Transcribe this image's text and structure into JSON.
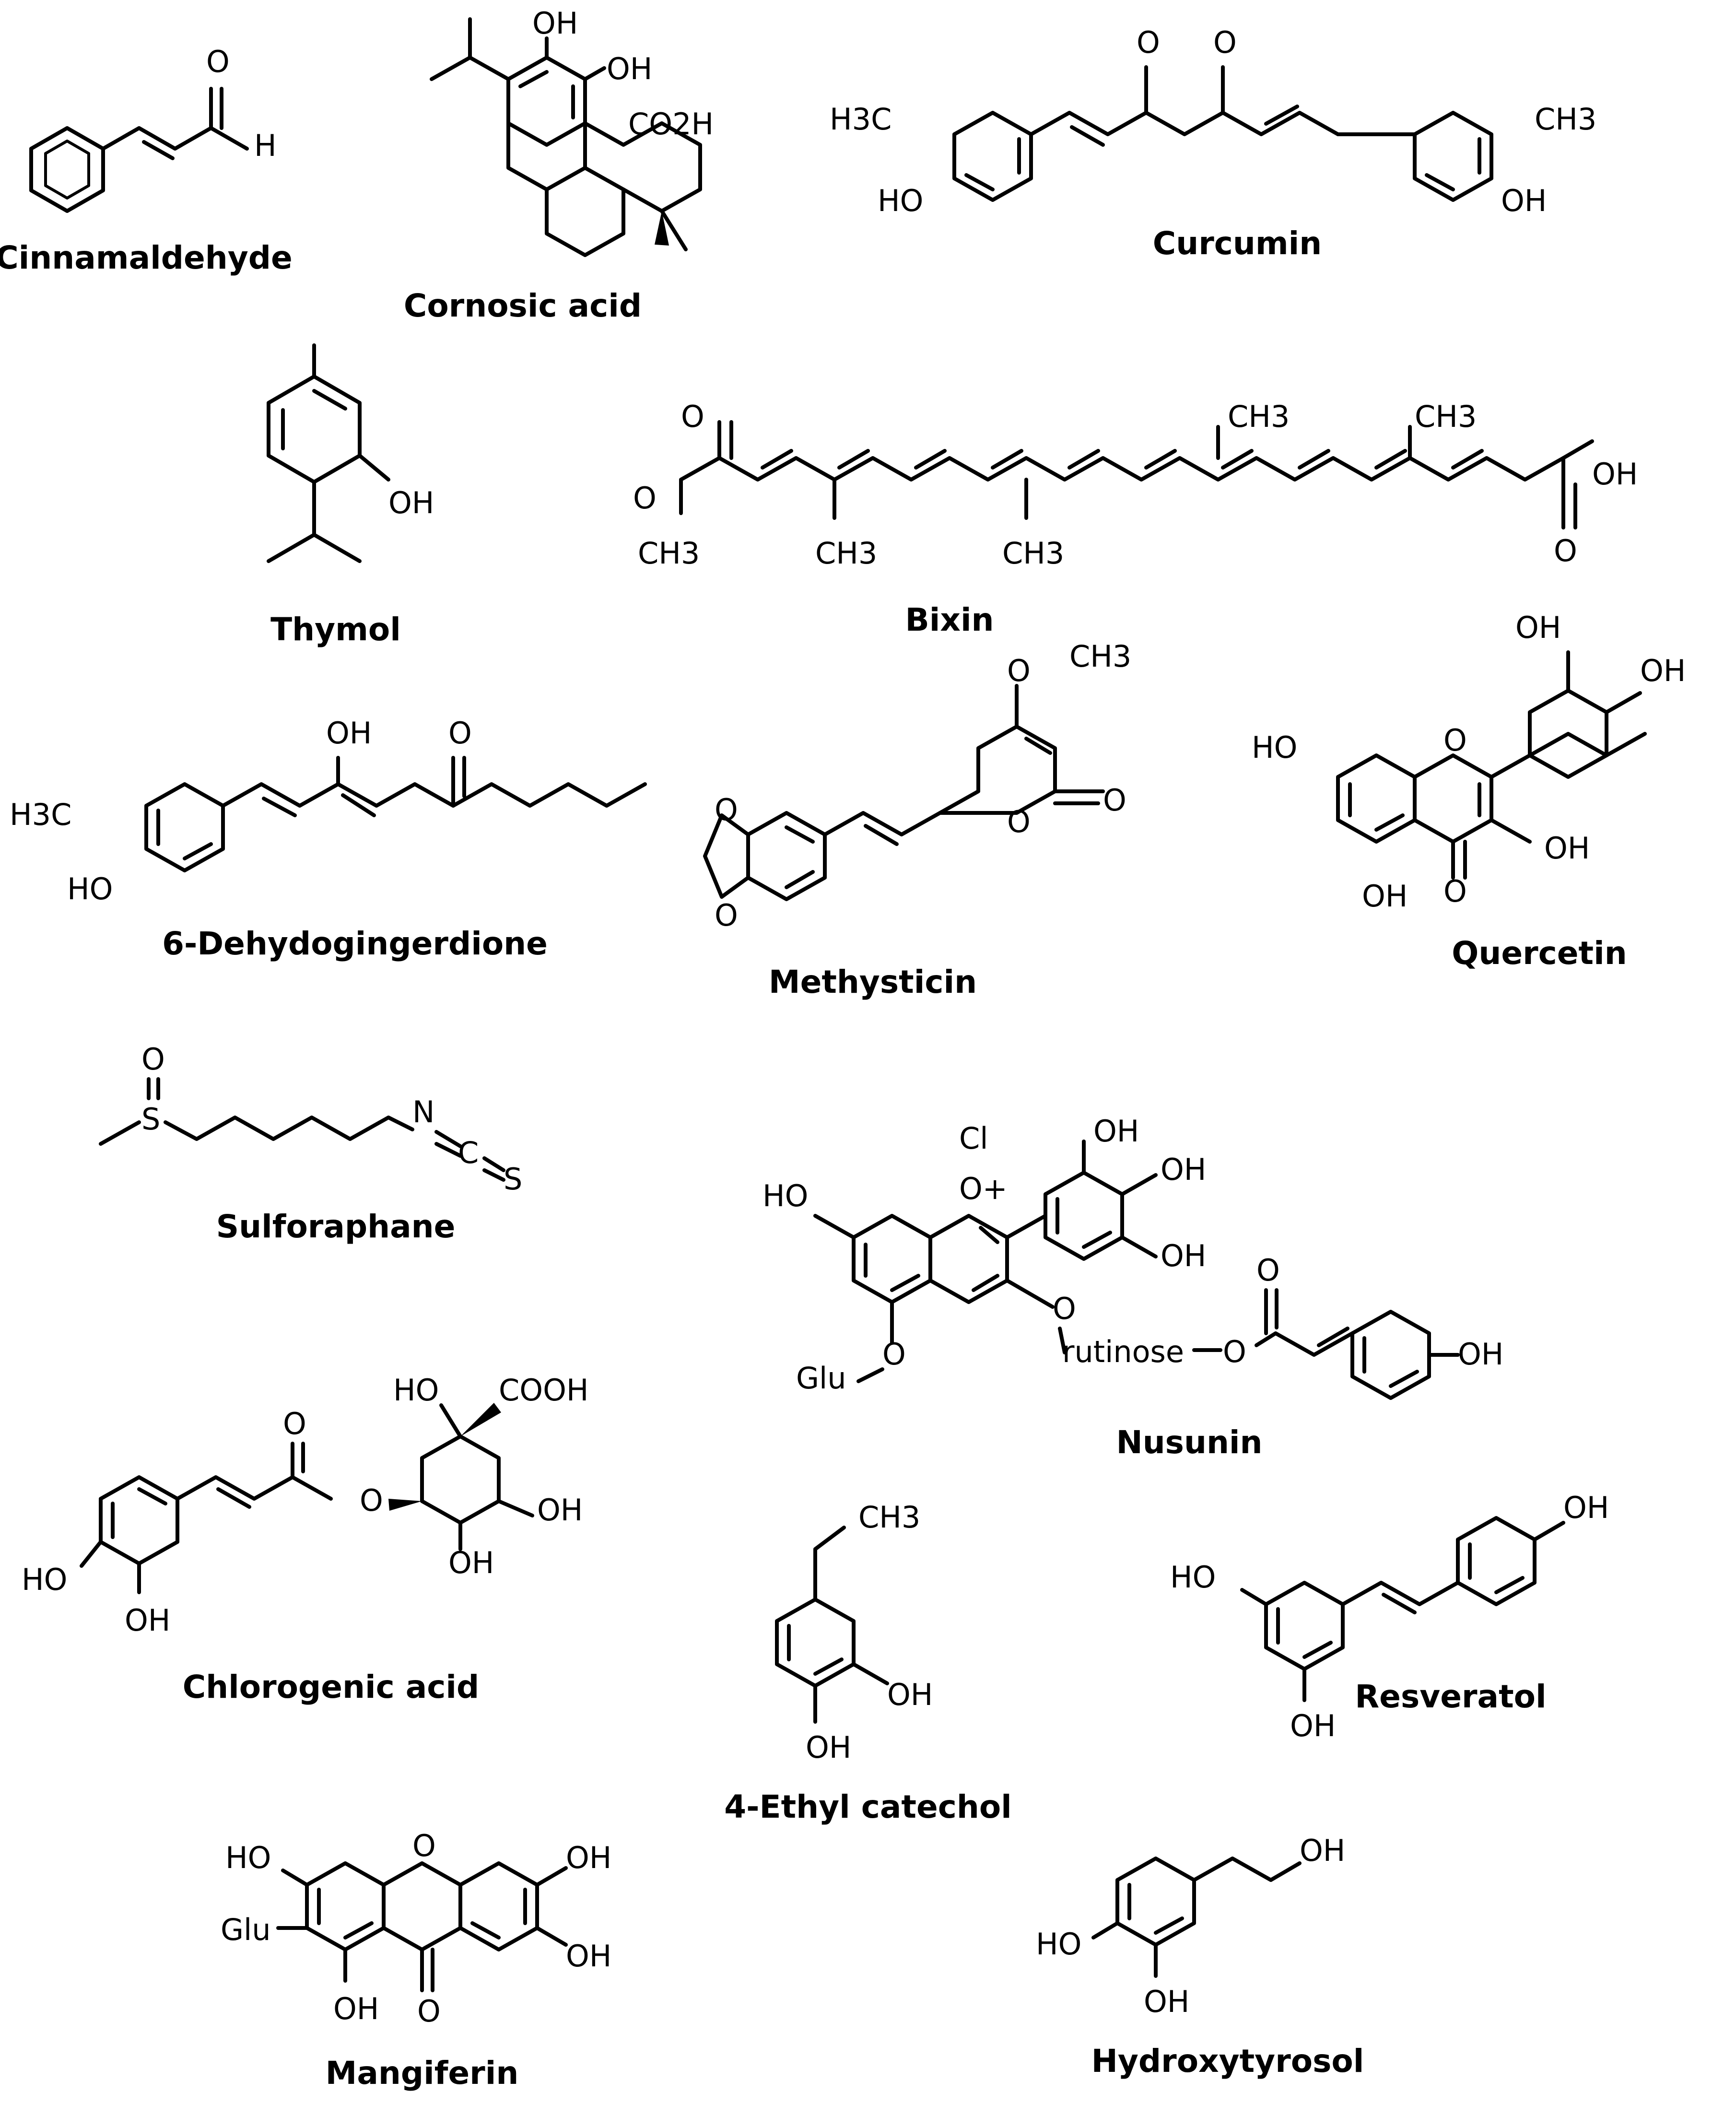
{
  "compounds": [
    {
      "name": "Cinnamaldehyde"
    },
    {
      "name": "Cornosic acid"
    },
    {
      "name": "Curcumin"
    },
    {
      "name": "Thymol"
    },
    {
      "name": "Bixin"
    },
    {
      "name": "6-Dehydogingerdione"
    },
    {
      "name": "Methysticin"
    },
    {
      "name": "Quercetin"
    },
    {
      "name": "Sulforaphane"
    },
    {
      "name": "Nusunin"
    },
    {
      "name": "Chlorogenic acid"
    },
    {
      "name": "4-Ethyl catechol"
    },
    {
      "name": "Resveratol"
    },
    {
      "name": "Mangiferin"
    },
    {
      "name": "Hydroxytyrosol"
    }
  ],
  "atoms": {
    "O": "O",
    "H": "H",
    "OH": "OH",
    "HO": "HO",
    "CO2H": "CO2H",
    "COOH": "COOH",
    "H3C": "H3C",
    "CH3": "CH3",
    "S": "S",
    "N": "N",
    "C": "C",
    "Cl": "Cl",
    "O_plus": "O+",
    "Glu": "Glu",
    "rutinose": "rutinose"
  }
}
